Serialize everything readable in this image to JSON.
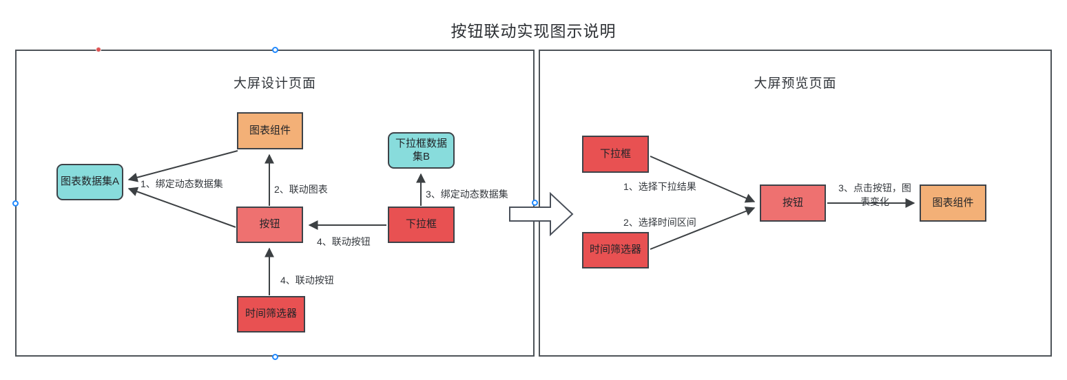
{
  "title": "按钮联动实现图示说明",
  "design_panel": {
    "title": "大屏设计页面",
    "nodes": {
      "chart_component": "图表组件",
      "chart_dataset_a": "图表数据集A",
      "dropdown_dataset_b": "下拉框数据集B",
      "button": "按钮",
      "dropdown": "下拉框",
      "time_filter": "时间筛选器"
    },
    "edge_labels": {
      "bind_dynamic_dataset_1": "1、绑定动态数据集",
      "link_chart_2": "2、联动图表",
      "bind_dynamic_dataset_3": "3、绑定动态数据集",
      "link_button_4a": "4、联动按钮",
      "link_button_4b": "4、联动按钮"
    }
  },
  "preview_panel": {
    "title": "大屏预览页面",
    "nodes": {
      "dropdown": "下拉框",
      "time_filter": "时间筛选器",
      "button": "按钮",
      "chart_component": "图表组件"
    },
    "edge_labels": {
      "select_dropdown_result_1": "1、选择下拉结果",
      "select_time_range_2": "2、选择时间区间",
      "click_button_chart_3": "3、点击按钮，图表变化"
    }
  },
  "colors": {
    "orange_fill": "#f3b077",
    "cyan_fill": "#88dcdc",
    "salmon_fill": "#ee7170",
    "red_fill": "#e85152",
    "node_border": "#3d4248",
    "panel_border": "#4d5358",
    "arrow_line": "#3c4043",
    "handle_blue": "#1e88ff",
    "handle_red": "#e05252"
  }
}
